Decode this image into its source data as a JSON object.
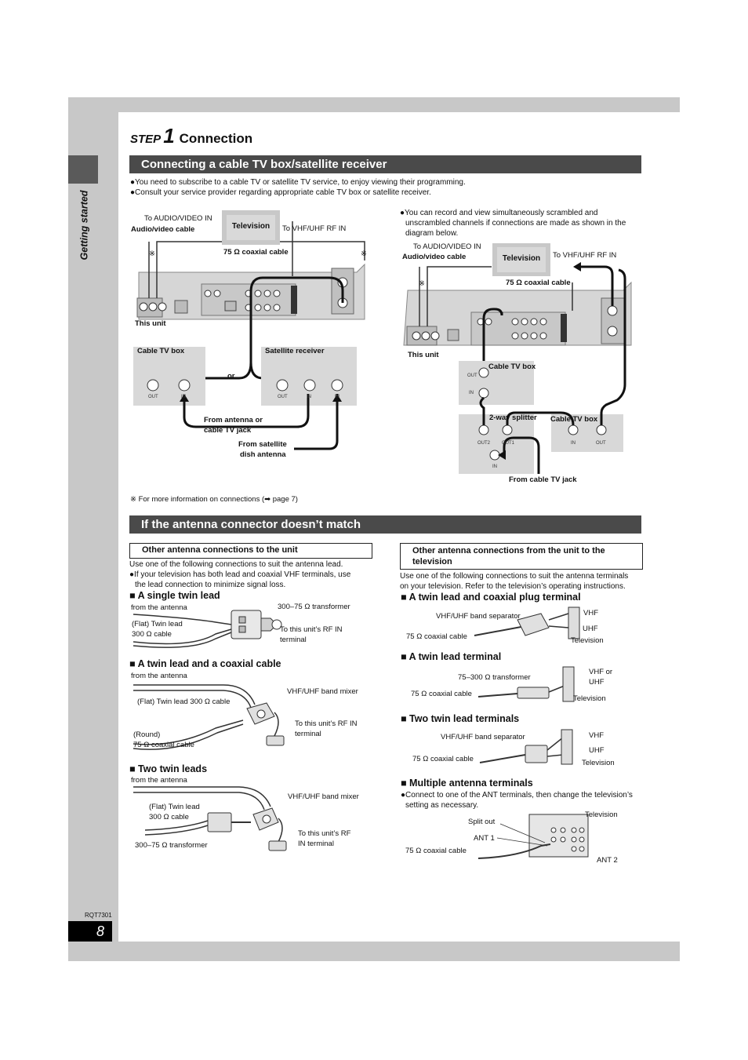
{
  "header": {
    "step_word": "STEP",
    "step_number": "1",
    "title": "Connection",
    "section_tab": "Getting started",
    "page_number": "8",
    "doc_code": "RQT7301"
  },
  "section1": {
    "title": "Connecting a cable TV box/satellite receiver",
    "bullets": [
      "You need to subscribe to a cable TV or satellite TV service, to enjoy viewing their programming.",
      "Consult your service provider regarding appropriate cable TV box or satellite receiver."
    ],
    "left_diagram": {
      "to_av_in": "To AUDIO/VIDEO IN",
      "av_cable": "Audio/video cable",
      "television": "Television",
      "to_vhf": "To VHF/UHF RF IN",
      "coax": "75 Ω coaxial cable",
      "this_unit": "This unit",
      "cable_box": "Cable TV box",
      "satellite": "Satellite receiver",
      "or": "or",
      "out": "OUT",
      "in": "IN",
      "from_antenna_1": "From antenna or",
      "from_antenna_2": "cable TV jack",
      "from_sat_1": "From satellite",
      "from_sat_2": "dish antenna",
      "asterisk": "※"
    },
    "right_diagram": {
      "bullet_lines": [
        "You can record and view simultaneously scrambled and",
        "unscrambled channels if connections are made as shown in the",
        "diagram below."
      ],
      "to_av_in": "To AUDIO/VIDEO IN",
      "av_cable": "Audio/video cable",
      "television": "Television",
      "to_vhf": "To VHF/UHF RF IN",
      "coax": "75 Ω coaxial cable",
      "this_unit": "This unit",
      "cable_box": "Cable TV box",
      "splitter": "2-way splitter",
      "cable_box_2": "Cable TV box",
      "out": "OUT",
      "in": "IN",
      "out1": "OUT1",
      "out2": "OUT2",
      "from_jack": "From cable TV jack",
      "asterisk": "※"
    },
    "footnote": "※ For more information on connections (➡ page 7)"
  },
  "section2": {
    "title": "If the antenna connector doesn’t match",
    "left": {
      "box_title": "Other antenna connections to the unit",
      "intro": "Use one of the following connections to suit the antenna lead.",
      "bullet_1": "If your television has both lead and coaxial VHF terminals, use",
      "bullet_2": "the lead connection to minimize signal loss.",
      "a": {
        "title": "A single twin lead",
        "from_antenna": "from the antenna",
        "transformer": "300–75 Ω transformer",
        "twin_1": "(Flat) Twin lead",
        "twin_2": "300 Ω cable",
        "to_rf_1": "To this unit’s RF IN",
        "to_rf_2": "terminal"
      },
      "b": {
        "title": "A twin lead and a coaxial cable",
        "from_antenna": "from the antenna",
        "mixer": "VHF/UHF band mixer",
        "twin": "(Flat) Twin lead 300 Ω cable",
        "to_rf_1": "To this unit’s RF IN",
        "to_rf_2": "terminal",
        "round_1": "(Round)",
        "round_2": "75 Ω coaxial cable"
      },
      "c": {
        "title": "Two twin leads",
        "from_antenna": "from the antenna",
        "mixer": "VHF/UHF band mixer",
        "twin_1": "(Flat) Twin lead",
        "twin_2": "300 Ω cable",
        "transformer": "300–75 Ω transformer",
        "to_rf_1": "To this unit’s RF",
        "to_rf_2": "IN terminal"
      }
    },
    "right": {
      "box_title_1": "Other antenna connections from the unit to the",
      "box_title_2": "television",
      "intro_1": "Use one of the following connections to suit the antenna terminals",
      "intro_2": "on your television. Refer to the television’s operating instructions.",
      "a": {
        "title": "A twin lead and coaxial plug terminal",
        "separator": "VHF/UHF band separator",
        "vhf": "VHF",
        "uhf": "UHF",
        "coax": "75 Ω coaxial cable",
        "tv": "Television"
      },
      "b": {
        "title": "A twin lead terminal",
        "transformer": "75–300 Ω transformer",
        "vhf_or": "VHF or",
        "uhf": "UHF",
        "coax": "75 Ω coaxial cable",
        "tv": "Television"
      },
      "c": {
        "title": "Two twin lead terminals",
        "separator": "VHF/UHF band separator",
        "vhf": "VHF",
        "uhf": "UHF",
        "coax": "75 Ω coaxial cable",
        "tv": "Television"
      },
      "d": {
        "title": "Multiple antenna terminals",
        "bullet_1": "Connect to one of the ANT terminals, then change the television’s",
        "bullet_2": "setting as necessary.",
        "tv": "Television",
        "split_out": "Split out",
        "ant1": "ANT 1",
        "ant2": "ANT 2",
        "coax": "75 Ω coaxial cable"
      }
    }
  },
  "icons": {
    "bullet": "●",
    "square": "■"
  }
}
